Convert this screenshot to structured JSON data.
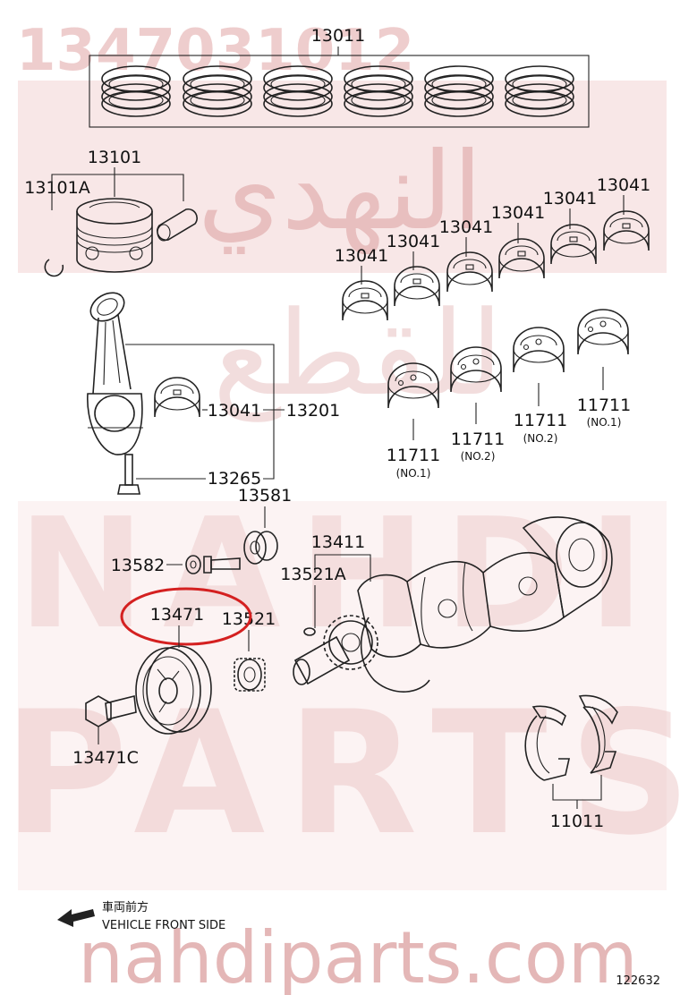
{
  "watermarks": {
    "top_code": "1347031012",
    "arabic_brand": "النهدي",
    "arabic_parts": "للقطع",
    "brand_word": "NAHDI",
    "parts_word": "PARTS",
    "site": "nahdiparts.com"
  },
  "labels": {
    "rings": "13011",
    "piston": "13101",
    "snap_ring": "13101A",
    "b1": "13041",
    "b2": "13041",
    "b3": "13041",
    "b4": "13041",
    "b5": "13041",
    "b6": "13041",
    "rod_bearing": "13041",
    "rod": "13201",
    "rod_bolt": "13265",
    "washer": "13581",
    "bolt_13582": "13582",
    "crank": "13411",
    "key": "13521A",
    "pulley": "13471",
    "sprocket": "13521",
    "pulley_bolt": "13471C",
    "main1": "11711",
    "main1_sub": "(NO.1)",
    "main2": "11711",
    "main2_sub": "(NO.2)",
    "main3": "11711",
    "main3_sub": "(NO.2)",
    "main4": "11711",
    "main4_sub": "(NO.1)",
    "thrust": "11011"
  },
  "direction": {
    "jp": "車両前方",
    "en": "VEHICLE FRONT SIDE"
  },
  "figure_number": "122632",
  "colors": {
    "highlight": "#d42020",
    "watermark": "#e3b2b2",
    "line": "#222222"
  }
}
